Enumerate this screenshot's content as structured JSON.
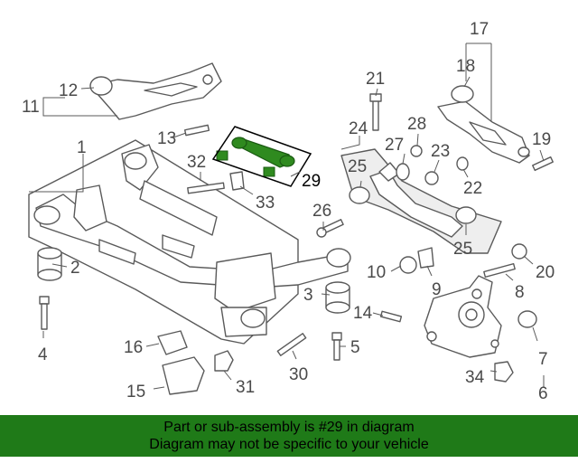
{
  "diagram": {
    "highlight_color": "#2f8a1f",
    "callouts": {
      "c1": "1",
      "c2": "2",
      "c3": "3",
      "c4": "4",
      "c5": "5",
      "c6": "6",
      "c7": "7",
      "c8": "8",
      "c9": "9",
      "c10": "10",
      "c11": "11",
      "c12": "12",
      "c13": "13",
      "c14": "14",
      "c15": "15",
      "c16": "16",
      "c17": "17",
      "c18": "18",
      "c19": "19",
      "c20": "20",
      "c21": "21",
      "c22": "22",
      "c23": "23",
      "c24": "24",
      "c25a": "25",
      "c25b": "25",
      "c26": "26",
      "c27": "27",
      "c28": "28",
      "c29": "29",
      "c30": "30",
      "c31": "31",
      "c32": "32",
      "c33": "33",
      "c34": "34"
    }
  },
  "banner": {
    "background": "#1f7a18",
    "line1": "Part or sub-assembly is #29 in diagram",
    "line2": "Diagram may not be specific to your vehicle"
  }
}
